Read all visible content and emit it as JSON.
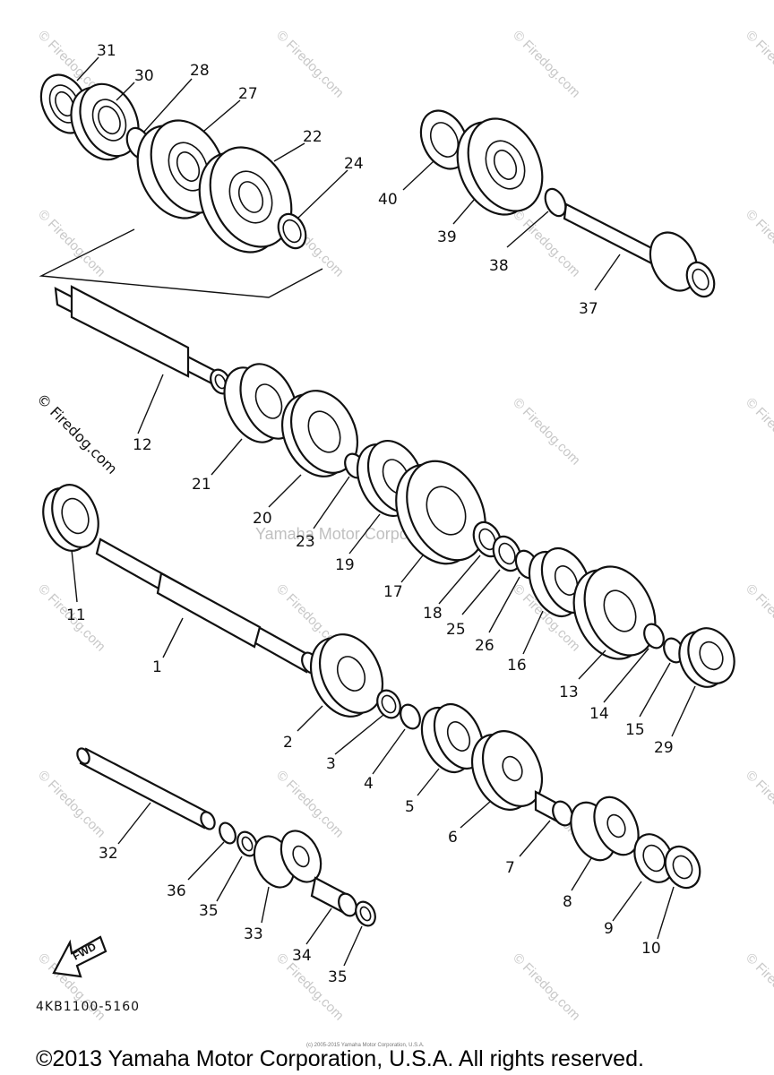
{
  "diagram": {
    "watermark_side": "© Firedog.com",
    "watermark_small": "© Firedog.com",
    "watermark_center": "Yamaha Motor Corporation",
    "part_code": "4KB1100-5160",
    "fwd_label": "FWD",
    "footer_copyright": "©2013 Yamaha Motor Corporation, U.S.A. All rights reserved.",
    "tiny_copyright": "(c) 2005-2015 Yamaha Motor Corporation, U.S.A.",
    "callouts": [
      "31",
      "30",
      "28",
      "27",
      "22",
      "24",
      "40",
      "39",
      "38",
      "37",
      "12",
      "21",
      "20",
      "23",
      "19",
      "17",
      "11",
      "18",
      "25",
      "26",
      "16",
      "13",
      "14",
      "15",
      "29",
      "1",
      "2",
      "3",
      "4",
      "5",
      "6",
      "7",
      "8",
      "9",
      "10",
      "32",
      "36",
      "35",
      "33",
      "34",
      "35"
    ]
  }
}
